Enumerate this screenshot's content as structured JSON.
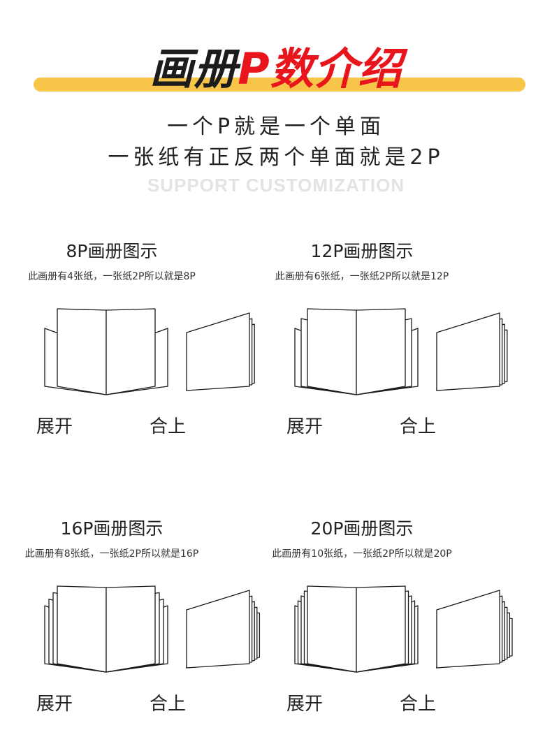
{
  "header": {
    "title_part1": "画册",
    "title_part2": "P数介绍",
    "line1": "一个P就是一个单面",
    "line2": "一张纸有正反两个单面就是2P",
    "english": "SUPPORT CUSTOMIZATION",
    "accent_color": "#f6c54a",
    "title_red": "#e8161c"
  },
  "panels": [
    {
      "title": "8P画册图示",
      "desc": "此画册有4张纸，一张纸2P所以就是8P",
      "sheets": 4,
      "open_label": "展开",
      "close_label": "合上"
    },
    {
      "title": "12P画册图示",
      "desc": "此画册有6张纸，一张纸2P所以就是12P",
      "sheets": 6,
      "open_label": "展开",
      "close_label": "合上"
    },
    {
      "title": "16P画册图示",
      "desc": "此画册有8张纸，一张纸2P所以就是16P",
      "sheets": 8,
      "open_label": "展开",
      "close_label": "合上"
    },
    {
      "title": "20P画册图示",
      "desc": "此画册有10张纸，一张纸2P所以就是20P",
      "sheets": 10,
      "open_label": "展开",
      "close_label": "合上"
    }
  ]
}
